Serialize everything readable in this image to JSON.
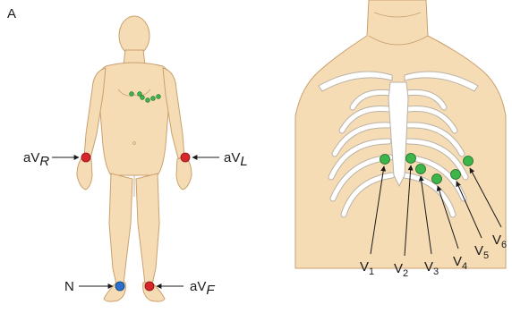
{
  "panel_letter": "A",
  "limb_leads": {
    "aVR": {
      "main": "aV",
      "sub": "R"
    },
    "aVL": {
      "main": "aV",
      "sub": "L"
    },
    "aVF": {
      "main": "aV",
      "sub": "F"
    },
    "N": {
      "main": "N"
    }
  },
  "precordial_leads": [
    {
      "main": "V",
      "sub": "1"
    },
    {
      "main": "V",
      "sub": "2"
    },
    {
      "main": "V",
      "sub": "3"
    },
    {
      "main": "V",
      "sub": "4"
    },
    {
      "main": "V",
      "sub": "5"
    },
    {
      "main": "V",
      "sub": "6"
    }
  ],
  "colors": {
    "skin": "#f6dcb5",
    "skin_outline": "#c9a06d",
    "bone": "#ffffff",
    "bone_outline": "#b9b2a6",
    "limb_electrode": "#d6262b",
    "neutral_electrode": "#2a6fcf",
    "chest_electrode": "#3db54a"
  }
}
